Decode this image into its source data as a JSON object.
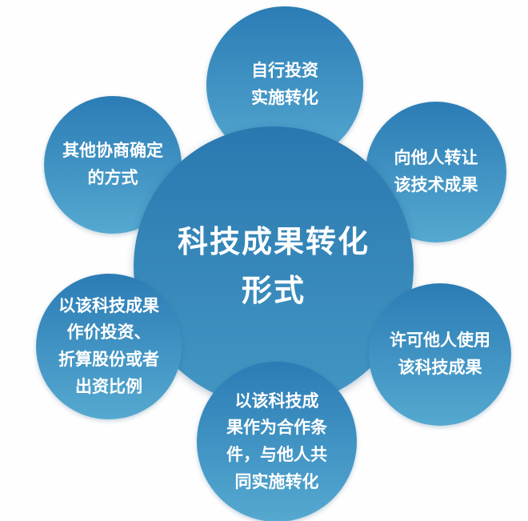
{
  "colors": {
    "satellite_top": "#2b7cb5",
    "satellite_bottom": "#55a9d0",
    "center_top": "#2a78b0",
    "center_bottom": "#4397c3",
    "text": "#ffffff",
    "background": "#fefefe"
  },
  "center": {
    "lines": [
      "科技成果转化",
      "形式"
    ]
  },
  "satellites": [
    {
      "id": "self-investment",
      "lines": [
        "自行投资",
        "实施转化"
      ]
    },
    {
      "id": "transfer-to-others",
      "lines": [
        "向他人转让",
        "该技术成果"
      ]
    },
    {
      "id": "license-others",
      "lines": [
        "许可他人使用",
        "该科技成果"
      ]
    },
    {
      "id": "cooperation-condition",
      "lines": [
        "以该科技成",
        "果作为合作条",
        "件，与他人共",
        "同实施转化"
      ]
    },
    {
      "id": "invest-as-shares",
      "lines": [
        "以该科技成果",
        "作价投资、",
        "折算股份或者",
        "出资比例"
      ]
    },
    {
      "id": "other-negotiated",
      "lines": [
        "其他协商确定",
        "的方式"
      ]
    }
  ]
}
